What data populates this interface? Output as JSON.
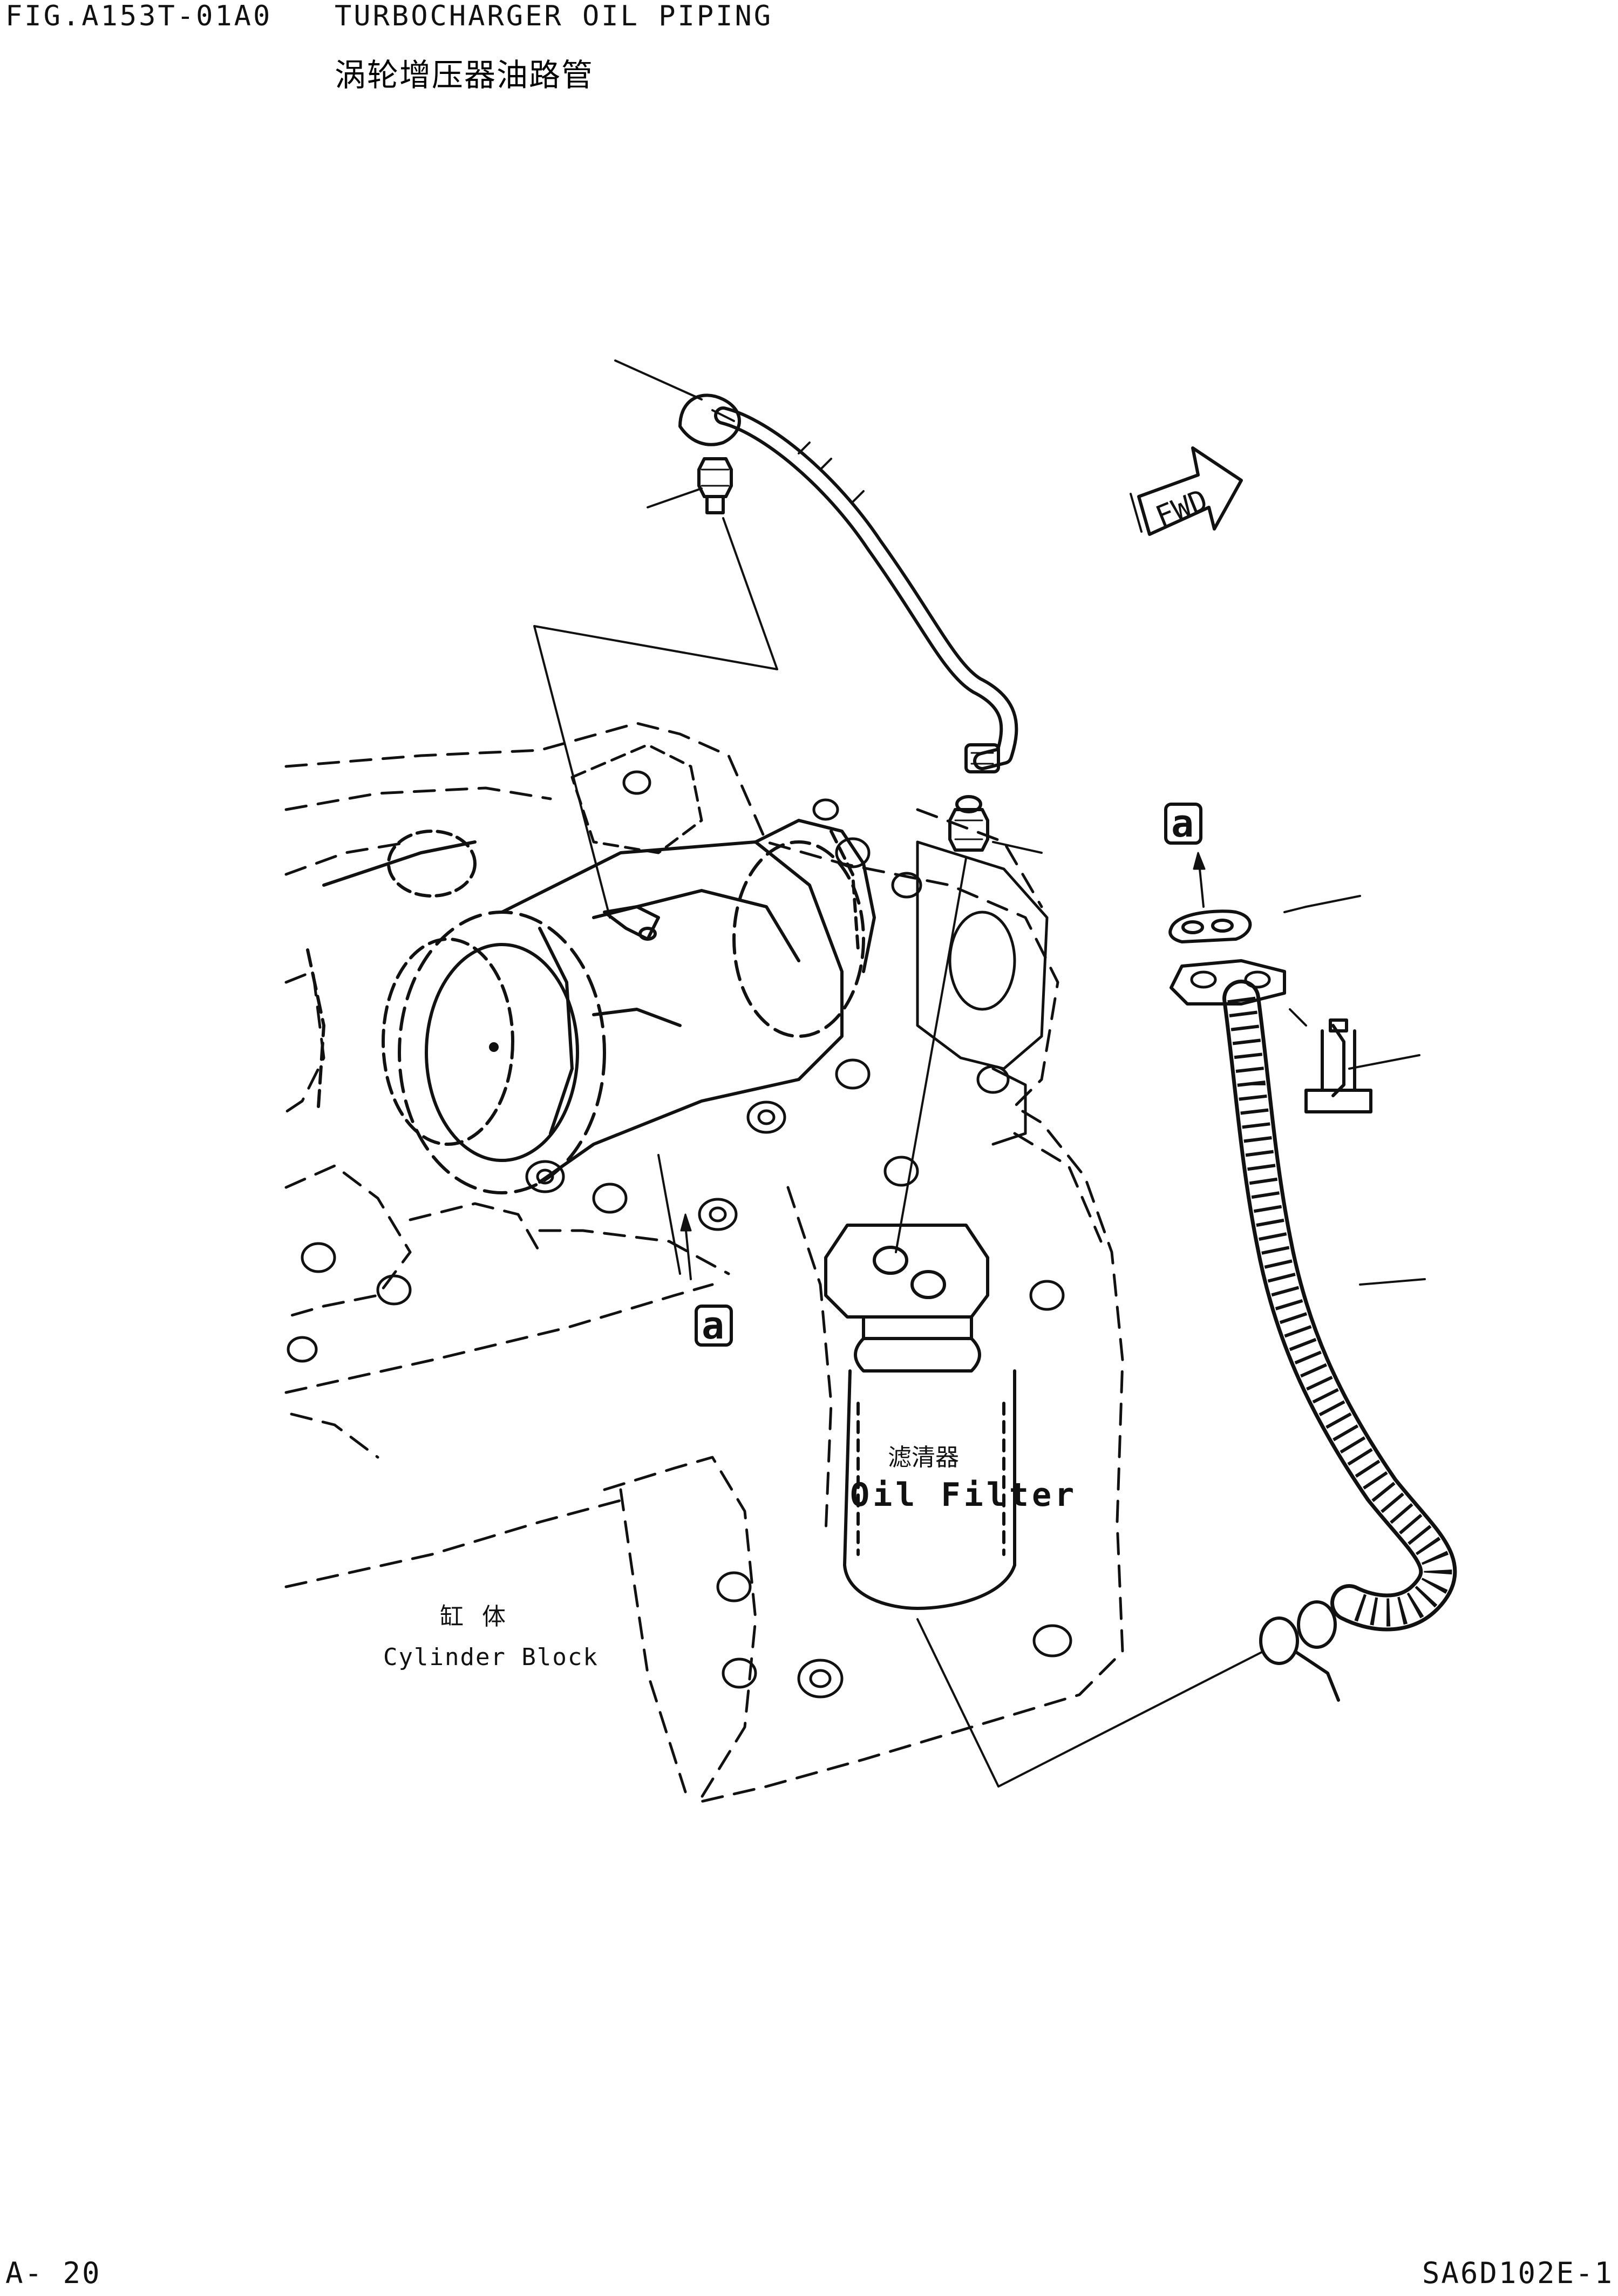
{
  "header": {
    "fig_code": "FIG.A153T-01A0",
    "title": "TURBOCHARGER OIL PIPING",
    "title_cn": "涡轮增压器油路管"
  },
  "labels": {
    "oil_filter_cn": "滤清器",
    "oil_filter": "Oil Filter",
    "cylinder_block_cn": "缸 体",
    "cylinder_block": "Cylinder Block",
    "fwd": "FWD",
    "callout_a": "a"
  },
  "footer": {
    "page_id": "A- 20",
    "doc_code": "SA6D102E-1"
  }
}
